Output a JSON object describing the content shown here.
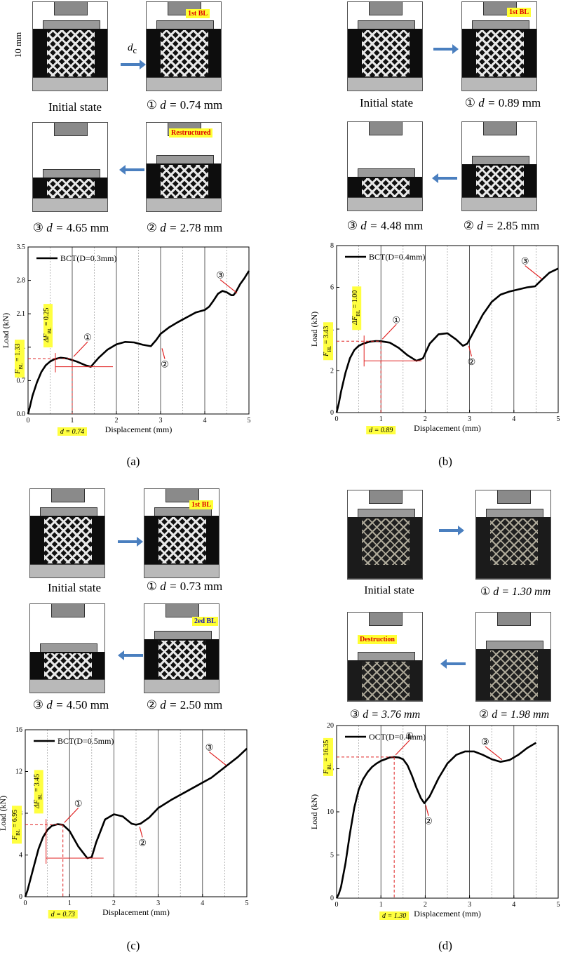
{
  "panels": [
    {
      "label": "(a)",
      "photos": {
        "p0": {
          "caption": "Initial state"
        },
        "p1": {
          "caption_marker": "①",
          "caption_value": "0.74 mm",
          "tag": "1st BL"
        },
        "p2": {
          "caption_marker": "②",
          "caption_value": "2.78 mm",
          "tag": "Restructured"
        },
        "p3": {
          "caption_marker": "③",
          "caption_value": "4.65 mm"
        }
      },
      "dim_height": "10 mm",
      "dim_dc": "d",
      "dim_dc_sub": "c"
    },
    {
      "label": "(b)",
      "photos": {
        "p0": {
          "caption": "Initial state"
        },
        "p1": {
          "caption_marker": "①",
          "caption_value": "0.89 mm",
          "tag": "1st BL"
        },
        "p2": {
          "caption_marker": "②",
          "caption_value": "2.85 mm"
        },
        "p3": {
          "caption_marker": "③",
          "caption_value": "4.48 mm"
        }
      }
    },
    {
      "label": "(c)",
      "photos": {
        "p0": {
          "caption": "Initial state"
        },
        "p1": {
          "caption_marker": "①",
          "caption_value": "0.73 mm",
          "tag": "1st BL"
        },
        "p2": {
          "caption_marker": "②",
          "caption_value": "2.50 mm",
          "tag": "2ed BL"
        },
        "p3": {
          "caption_marker": "③",
          "caption_value": "4.50 mm"
        }
      }
    },
    {
      "label": "(d)",
      "photos": {
        "p0": {
          "caption": "Initial state"
        },
        "p1": {
          "caption_marker": "①",
          "caption_value": "1.30 mm"
        },
        "p2": {
          "caption_marker": "②",
          "caption_value": "1.98 mm"
        },
        "p3": {
          "caption_marker": "③",
          "caption_value": "3.76 mm",
          "tag": "Destruction"
        }
      }
    }
  ],
  "d_symbol": "d = ",
  "chart_data": [
    {
      "type": "line",
      "legend": "BCT(D=0.3mm)",
      "xlabel": "Displacement (mm)",
      "ylabel": "Load (kN)",
      "xlim": [
        0,
        5
      ],
      "ylim": [
        0,
        3.5
      ],
      "xticks": [
        "0",
        "1",
        "2",
        "3",
        "4",
        "5"
      ],
      "yticks": [
        "0.0",
        "0.7",
        "1.4",
        "2.1",
        "2.8",
        "3.5"
      ],
      "ytick_values": [
        0,
        0.7,
        1.4,
        2.1,
        2.8,
        3.5
      ],
      "x": [
        0,
        0.05,
        0.1,
        0.2,
        0.3,
        0.4,
        0.5,
        0.6,
        0.74,
        0.9,
        1.1,
        1.3,
        1.42,
        1.6,
        1.8,
        2.0,
        2.2,
        2.4,
        2.6,
        2.78,
        2.9,
        3.0,
        3.2,
        3.4,
        3.6,
        3.8,
        4.0,
        4.1,
        4.2,
        4.3,
        4.4,
        4.5,
        4.6,
        4.65,
        4.7,
        4.8,
        4.9,
        5.0
      ],
      "y": [
        0,
        0.18,
        0.38,
        0.66,
        0.88,
        1.02,
        1.1,
        1.15,
        1.18,
        1.16,
        1.1,
        1.02,
        0.99,
        1.18,
        1.35,
        1.46,
        1.51,
        1.5,
        1.45,
        1.42,
        1.55,
        1.68,
        1.82,
        1.93,
        2.03,
        2.13,
        2.18,
        2.25,
        2.38,
        2.52,
        2.58,
        2.55,
        2.49,
        2.49,
        2.55,
        2.72,
        2.85,
        3.0
      ],
      "annotations": {
        "f_bl": "F",
        "f_bl_sub": "BL",
        "f_bl_value": " = 1.33",
        "delta_f": "ΔF",
        "delta_f_sub": "BL",
        "delta_f_value": " = 0.25",
        "d_label": "d = 0.74",
        "markers": [
          "①",
          "②",
          "③"
        ]
      },
      "marker_points": [
        [
          1.0,
          1.16
        ],
        [
          3.0,
          1.42
        ],
        [
          4.7,
          2.49
        ]
      ]
    },
    {
      "type": "line",
      "legend": "BCT(D=0.4mm)",
      "xlabel": "Displacement (mm)",
      "ylabel": "Load (kN)",
      "xlim": [
        0,
        5
      ],
      "ylim": [
        0,
        8
      ],
      "xticks": [
        "0",
        "1",
        "2",
        "3",
        "4",
        "5"
      ],
      "yticks": [
        "0",
        "2",
        "4",
        "6",
        "8"
      ],
      "ytick_values": [
        0,
        2,
        4,
        6,
        8
      ],
      "x": [
        0,
        0.05,
        0.1,
        0.2,
        0.3,
        0.4,
        0.5,
        0.6,
        0.75,
        0.89,
        1.0,
        1.2,
        1.4,
        1.6,
        1.8,
        1.95,
        2.1,
        2.3,
        2.5,
        2.7,
        2.85,
        2.95,
        3.1,
        3.3,
        3.5,
        3.7,
        3.9,
        4.1,
        4.3,
        4.48,
        4.6,
        4.8,
        5.0
      ],
      "y": [
        0,
        0.45,
        1.0,
        1.9,
        2.6,
        3.0,
        3.2,
        3.3,
        3.4,
        3.43,
        3.42,
        3.35,
        3.1,
        2.75,
        2.48,
        2.6,
        3.3,
        3.75,
        3.8,
        3.5,
        3.2,
        3.3,
        3.9,
        4.7,
        5.3,
        5.65,
        5.8,
        5.9,
        6.0,
        6.05,
        6.3,
        6.7,
        6.9
      ],
      "annotations": {
        "f_bl": "F",
        "f_bl_sub": "BL",
        "f_bl_value": " = 3.43",
        "delta_f": "ΔF",
        "delta_f_sub": "BL",
        "delta_f_value": " = 1.00",
        "d_label": "d = 0.89",
        "markers": [
          "①",
          "②",
          "③"
        ]
      },
      "marker_points": [
        [
          1.0,
          3.42
        ],
        [
          2.95,
          3.3
        ],
        [
          4.6,
          6.3
        ]
      ]
    },
    {
      "type": "line",
      "legend": "BCT(D=0.5mm)",
      "xlabel": "Displacement (mm)",
      "ylabel": "Load (kN)",
      "xlim": [
        0,
        5
      ],
      "ylim": [
        0,
        16
      ],
      "xticks": [
        "0",
        "1",
        "2",
        "3",
        "4",
        "5"
      ],
      "yticks": [
        "0",
        "4",
        "8",
        "12",
        "16"
      ],
      "ytick_values": [
        0,
        4,
        8,
        12,
        16
      ],
      "x": [
        0,
        0.05,
        0.1,
        0.2,
        0.3,
        0.4,
        0.5,
        0.6,
        0.73,
        0.85,
        1.0,
        1.2,
        1.4,
        1.5,
        1.6,
        1.8,
        2.0,
        2.2,
        2.4,
        2.5,
        2.6,
        2.8,
        3.0,
        3.3,
        3.6,
        3.9,
        4.2,
        4.5,
        4.8,
        5.0
      ],
      "y": [
        0,
        0.6,
        1.4,
        3.0,
        4.6,
        5.7,
        6.4,
        6.8,
        6.95,
        6.9,
        6.3,
        4.8,
        3.7,
        3.8,
        5.2,
        7.4,
        7.9,
        7.7,
        7.0,
        6.9,
        7.0,
        7.6,
        8.5,
        9.3,
        10.0,
        10.7,
        11.4,
        12.4,
        13.4,
        14.2
      ],
      "annotations": {
        "f_bl": "F",
        "f_bl_sub": "BL",
        "f_bl_value": " = 6.95",
        "delta_f": "ΔF",
        "delta_f_sub": "BL",
        "delta_f_value": " = 3.45",
        "d_label": "d = 0.73",
        "markers": [
          "①",
          "②",
          "③"
        ]
      },
      "marker_points": [
        [
          0.85,
          6.9
        ],
        [
          2.55,
          6.9
        ],
        [
          4.5,
          12.4
        ]
      ]
    },
    {
      "type": "line",
      "legend": "OCT(D=0.4mm)",
      "xlabel": "Displacement (mm)",
      "ylabel": "Load (kN)",
      "xlim": [
        0,
        5
      ],
      "ylim": [
        0,
        20
      ],
      "xticks": [
        "0",
        "1",
        "2",
        "3",
        "4",
        "5"
      ],
      "yticks": [
        "0",
        "5",
        "10",
        "15",
        "20"
      ],
      "ytick_values": [
        0,
        5,
        10,
        15,
        20
      ],
      "x": [
        0,
        0.05,
        0.1,
        0.2,
        0.3,
        0.4,
        0.5,
        0.6,
        0.7,
        0.8,
        0.9,
        1.0,
        1.1,
        1.2,
        1.3,
        1.4,
        1.5,
        1.6,
        1.7,
        1.8,
        1.9,
        1.98,
        2.1,
        2.3,
        2.5,
        2.7,
        2.9,
        3.1,
        3.3,
        3.5,
        3.7,
        3.9,
        4.1,
        4.3,
        4.5
      ],
      "y": [
        0,
        0.5,
        1.3,
        4.0,
        7.5,
        10.5,
        12.6,
        13.8,
        14.6,
        15.2,
        15.6,
        15.9,
        16.1,
        16.3,
        16.35,
        16.3,
        16.1,
        15.4,
        14.2,
        12.8,
        11.6,
        11.0,
        11.8,
        13.9,
        15.6,
        16.6,
        17.0,
        17.0,
        16.6,
        16.1,
        15.8,
        16.0,
        16.6,
        17.4,
        18.0
      ],
      "annotations": {
        "f_bl": "F",
        "f_bl_sub": "BL",
        "f_bl_value": " = 16.35",
        "d_label": "d = 1.30",
        "markers": [
          "①",
          "②",
          "③"
        ]
      },
      "marker_points": [
        [
          1.3,
          16.35
        ],
        [
          1.98,
          11.0
        ],
        [
          3.7,
          15.8
        ]
      ]
    }
  ]
}
